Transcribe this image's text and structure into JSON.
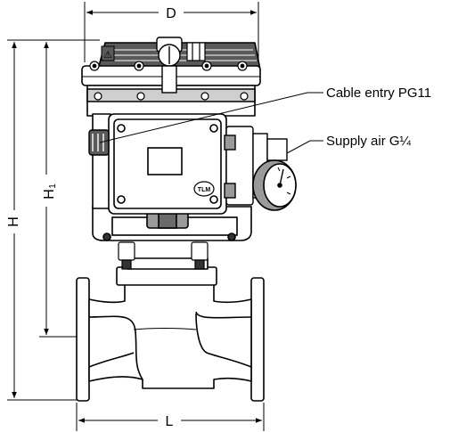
{
  "dimensions": {
    "width_label": "D",
    "height_label": "H",
    "inner_height_label": "H",
    "inner_height_subscript": "1",
    "length_label": "L"
  },
  "callouts": {
    "cable_entry": "Cable entry PG11",
    "supply_air": "Supply air G¼"
  },
  "markings": {
    "logo_text": "TLM",
    "warning_symbol": "⚠"
  },
  "colors": {
    "line": "#000000",
    "fill_dark": "#5a5a5a",
    "fill_mid": "#9a9a9a",
    "fill_light": "#ffffff"
  }
}
